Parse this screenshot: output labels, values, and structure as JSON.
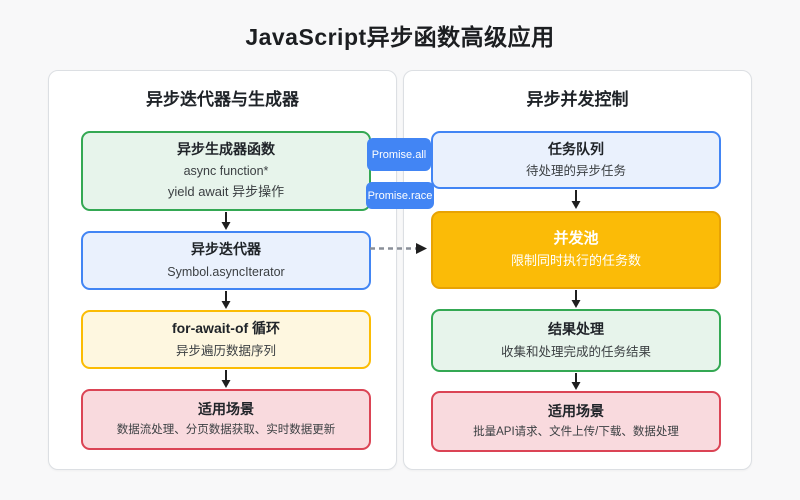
{
  "page": {
    "title": "JavaScript异步函数高级应用"
  },
  "colors": {
    "page_background": "#f8f8f9",
    "panel_background": "#ffffff",
    "panel_border": "#dcdfe3",
    "green_border": "#34a853",
    "green_fill": "#e7f4eb",
    "blue_border": "#4285f4",
    "blue_fill": "#eaf1fd",
    "yellow_border": "#fbbc04",
    "yellow_fill": "#fef7e0",
    "red_border": "#db4455",
    "red_fill": "#f9dade",
    "orange_border": "#e8a303",
    "orange_fill": "#fbbb07",
    "badge_background": "#4285f4",
    "arrow_color": "#1f1f1f",
    "dashed_arrow_color": "#8a8f98"
  },
  "panels": [
    {
      "title": "异步迭代器与生成器",
      "boxes": [
        {
          "title": "异步生成器函数",
          "lines": [
            "async function*",
            "yield await 异步操作"
          ],
          "color": "green"
        },
        {
          "title": "异步迭代器",
          "lines": [
            "Symbol.asyncIterator"
          ],
          "color": "blue"
        },
        {
          "title": "for-await-of 循环",
          "lines": [
            "异步遍历数据序列"
          ],
          "color": "yellow"
        },
        {
          "title": "适用场景",
          "lines": [
            "数据流处理、分页数据获取、实时数据更新"
          ],
          "color": "red"
        }
      ]
    },
    {
      "title": "异步并发控制",
      "boxes": [
        {
          "title": "任务队列",
          "lines": [
            "待处理的异步任务"
          ],
          "color": "blue"
        },
        {
          "title": "并发池",
          "lines": [
            "限制同时执行的任务数"
          ],
          "color": "orange"
        },
        {
          "title": "结果处理",
          "lines": [
            "收集和处理完成的任务结果"
          ],
          "color": "green"
        },
        {
          "title": "适用场景",
          "lines": [
            "批量API请求、文件上传/下载、数据处理"
          ],
          "color": "red"
        }
      ]
    }
  ],
  "connectors": {
    "promise_all": "Promise.all",
    "promise_race": "Promise.race"
  }
}
